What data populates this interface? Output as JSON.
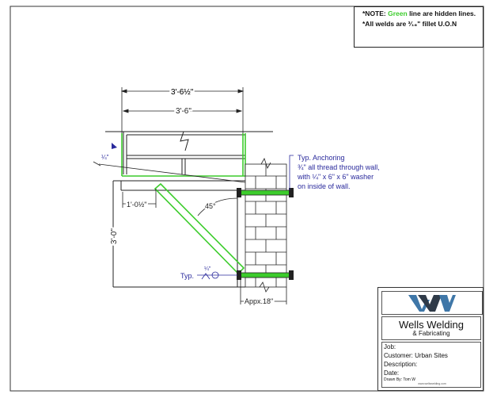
{
  "note": {
    "line1_prefix": "*NOTE: ",
    "line1_green": "Green",
    "line1_suffix": " line are hidden lines.",
    "line2": "*All welds are ³⁄₁₆\" fillet U.O.N"
  },
  "dimensions": {
    "overall_width": "3'-6½\"",
    "inner_width": "3'-6\"",
    "bracket_offset": "1'-0½\"",
    "height": "3'-0\"",
    "angle": "45°",
    "wall_depth": "Appx.18\""
  },
  "welds": {
    "top_weld": "¼\"",
    "typ_label": "Typ.",
    "typ_weld": "¼\""
  },
  "anchor_note": {
    "line1": "Typ. Anchoring",
    "line2": "¾\" all thread through wall,",
    "line3": "with ¼\" x 6\" x 6\" washer",
    "line4": "on inside of wall."
  },
  "title_block": {
    "company": "Wells Welding",
    "subtitle": "& Fabricating",
    "job": "Job:",
    "customer": "Customer: Urban Sites",
    "description": "Description:",
    "date": "Date:",
    "drawn_by": "Drawn By: Tom W",
    "website": "www.wellswelding.com"
  },
  "colors": {
    "line": "#222222",
    "hidden": "#3ccc2c",
    "annotation": "#2a2a9c",
    "logo_blue": "#3f77a8",
    "logo_dark": "#2f3a48"
  }
}
